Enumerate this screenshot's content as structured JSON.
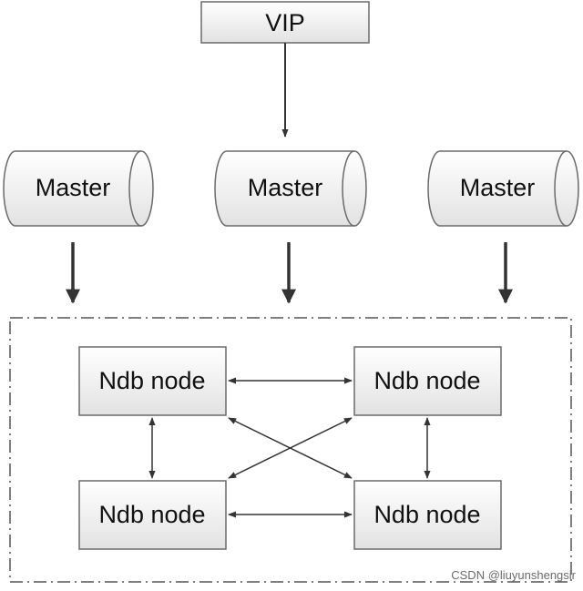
{
  "vip": {
    "label": "VIP"
  },
  "masters": [
    {
      "label": "Master"
    },
    {
      "label": "Master"
    },
    {
      "label": "Master"
    }
  ],
  "ndb_nodes": [
    {
      "label": "Ndb node"
    },
    {
      "label": "Ndb node"
    },
    {
      "label": "Ndb node"
    },
    {
      "label": "Ndb node"
    }
  ],
  "watermark": "CSDN @liuyunshengsir",
  "colors": {
    "box_fill_top": "#ffffff",
    "box_fill_bottom": "#e4e4e4",
    "stroke": "#6a6a6a",
    "arrow": "#333333"
  }
}
